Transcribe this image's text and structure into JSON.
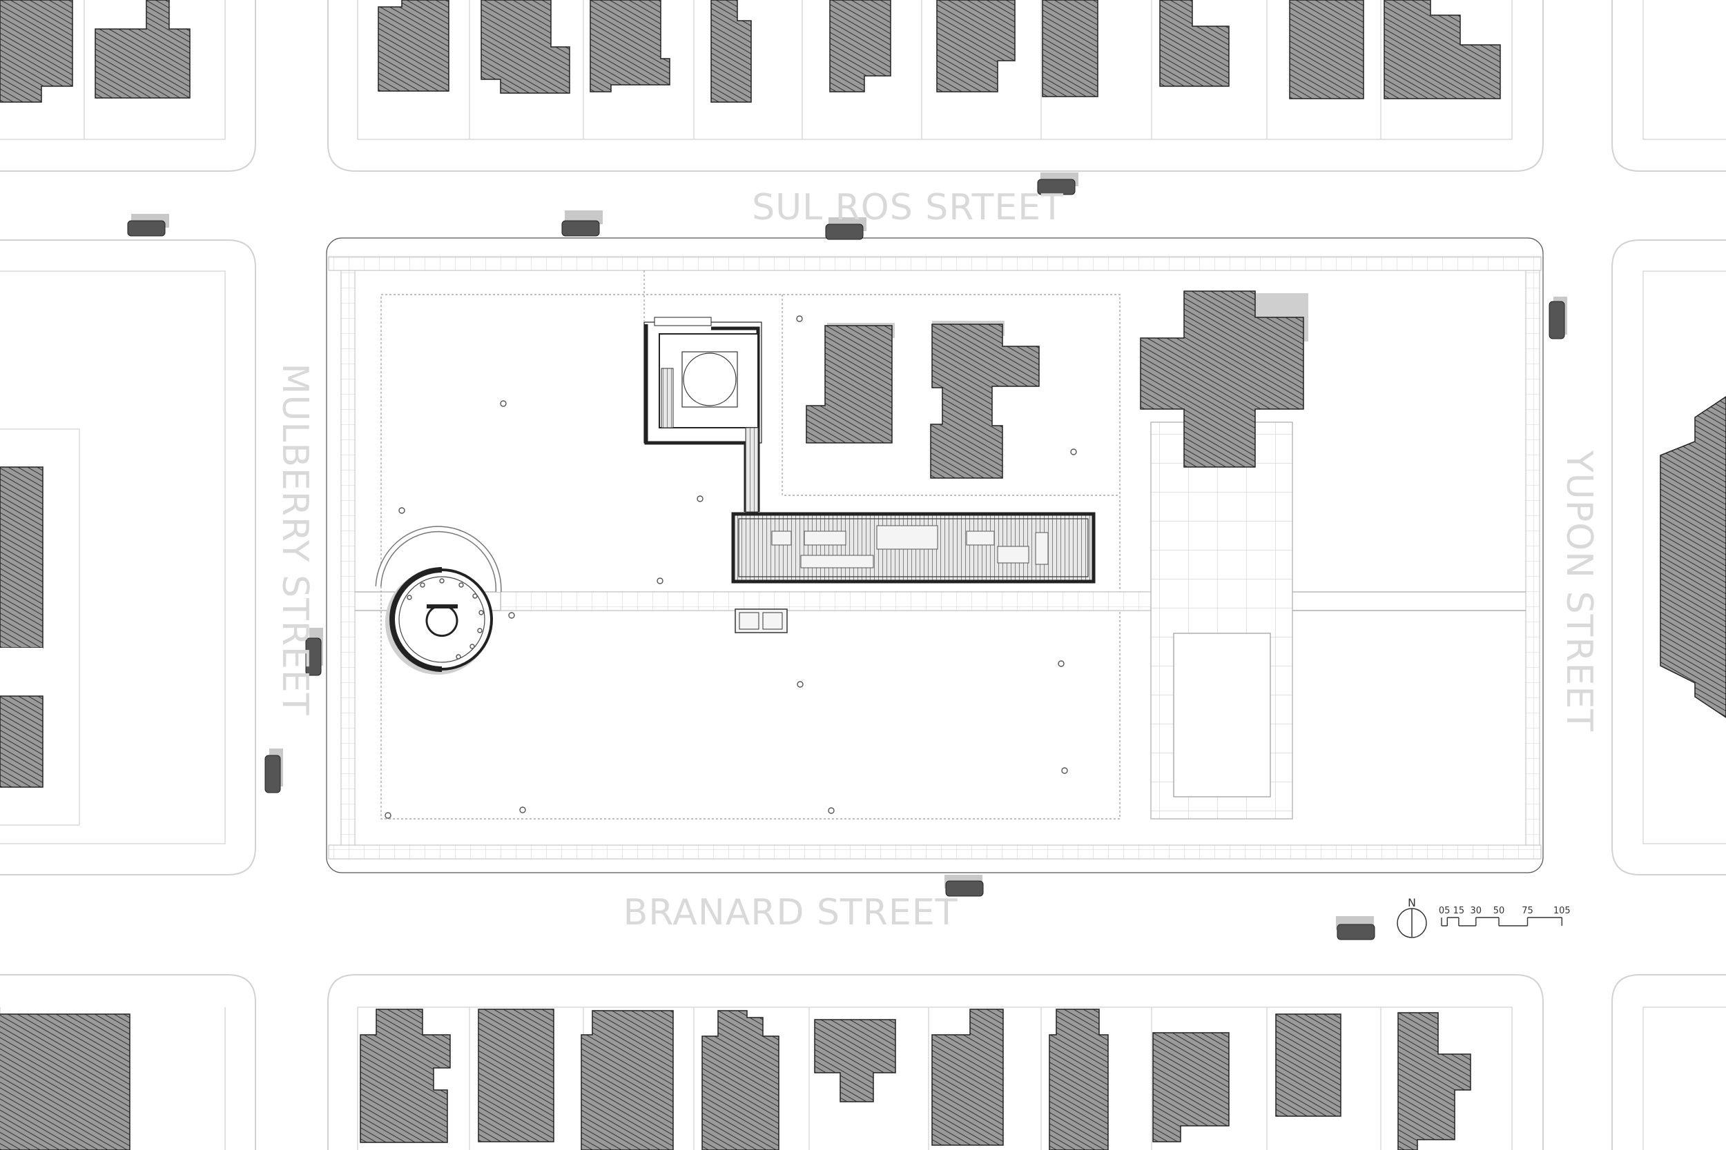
{
  "streets": {
    "north": "SUL ROS SRTEET",
    "south": "BRANARD STREET",
    "west": "MULBERRY STREET",
    "east": "YUPON STREET"
  },
  "north_arrow": {
    "label": "N"
  },
  "scale_bar": {
    "ticks": [
      "0",
      "5",
      "15",
      "30",
      "50",
      "75",
      "105"
    ]
  },
  "colors": {
    "building_fill": "#8a8a8a",
    "street_label": "#d9d9d9",
    "outline": "#222222"
  }
}
